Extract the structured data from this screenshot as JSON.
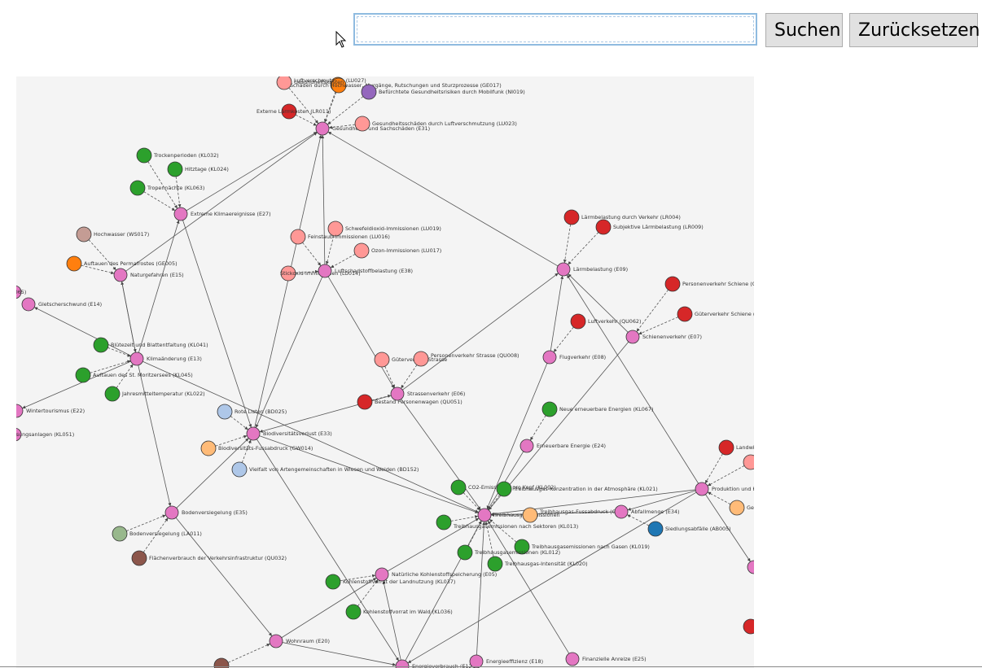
{
  "search": {
    "value": "",
    "placeholder": ""
  },
  "buttons": {
    "search_label": "Suchen",
    "reset_label": "Zurücksetzen"
  },
  "colors": {
    "panel_bg": "#f4f4f4",
    "edge": "#555555",
    "pink": "#e377c2",
    "lightred": "#ff9896",
    "red": "#d62728",
    "green": "#2ca02c",
    "orange": "#ff7f0e",
    "lightorange": "#ffbb78",
    "purple": "#9467bd",
    "lightblue": "#aec7e8",
    "blue": "#1f77b4",
    "brown": "#8c564b",
    "rosybrown": "#c49c94",
    "sage": "#98b88c"
  },
  "graph": {
    "nodes": [
      {
        "id": "E31",
        "label": "Gesundheits- und Sachschäden (E31)",
        "color": "pink"
      },
      {
        "id": "LU027",
        "label": "Luftverschmutzung (LU027)",
        "color": "orange"
      },
      {
        "id": "GE017",
        "label": "Schäden durch Hochwasser, Murgänge, Rutschungen und Sturzprozesse (GE017)",
        "color": "orange"
      },
      {
        "id": "NI019",
        "label": "Befürchtete Gesundheitsrisiken durch Mobilfunk (NI019)",
        "color": "purple"
      },
      {
        "id": "GESK",
        "label": "Gesundheitskosten",
        "color": "lightred"
      },
      {
        "id": "LR011",
        "label": "Externe Lärmkosten (LR011)",
        "color": "red"
      },
      {
        "id": "LU023",
        "label": "Gesundheitsschäden durch Luftverschmutzung (LU023)",
        "color": "lightred"
      },
      {
        "id": "KL032",
        "label": "Trockenperioden (KL032)",
        "color": "green"
      },
      {
        "id": "KL024",
        "label": "Hitztage (KL024)",
        "color": "green"
      },
      {
        "id": "KL063",
        "label": "Tropennächte (KL063)",
        "color": "green"
      },
      {
        "id": "E27",
        "label": "Extreme Klimaereignisse (E27)",
        "color": "pink"
      },
      {
        "id": "WS017",
        "label": "Hochwasser (WS017)",
        "color": "rosybrown"
      },
      {
        "id": "GE005",
        "label": "Auftauen des Permafrostes (GE005)",
        "color": "orange"
      },
      {
        "id": "E15",
        "label": "Naturgefahren (E15)",
        "color": "pink"
      },
      {
        "id": "KL065",
        "label": "wund (KL065)",
        "color": "pink"
      },
      {
        "id": "E14",
        "label": "Gletscherschwund (E14)",
        "color": "pink"
      },
      {
        "id": "KL041",
        "label": "Blütezeit und Blattentfaltung (KL041)",
        "color": "green"
      },
      {
        "id": "E13",
        "label": "Klimaänderung (E13)",
        "color": "pink"
      },
      {
        "id": "KL045",
        "label": "Auftauen des St. Moritzersees (KL045)",
        "color": "green"
      },
      {
        "id": "KL022",
        "label": "Jahresmitteltemperatur (KL022)",
        "color": "green"
      },
      {
        "id": "E22",
        "label": "Wintertourismus (E22)",
        "color": "pink"
      },
      {
        "id": "KL051",
        "label": "eisungsanlagen (KL051)",
        "color": "pink"
      },
      {
        "id": "LU019",
        "label": "Schwefeldioxid-Immissionen (LU019)",
        "color": "lightred"
      },
      {
        "id": "LU016",
        "label": "Feinstaub-Immissionen (LU016)",
        "color": "lightred"
      },
      {
        "id": "LU017",
        "label": "Ozon-Immissionen (LU017)",
        "color": "lightred"
      },
      {
        "id": "LU014",
        "label": "Stickoxid-Immissionen (LU014)",
        "color": "lightred"
      },
      {
        "id": "E38",
        "label": "Luftschadstoffbelastung (E38)",
        "color": "pink"
      },
      {
        "id": "LR004",
        "label": "Lärmbelastung durch Verkehr (LR004)",
        "color": "red"
      },
      {
        "id": "LR009",
        "label": "Subjektive Lärmbelastung (LR009)",
        "color": "red"
      },
      {
        "id": "E09",
        "label": "Lärmbelastung (E09)",
        "color": "pink"
      },
      {
        "id": "QU_PS",
        "label": "Personenverkehr Schiene (QU",
        "color": "red"
      },
      {
        "id": "QU_GS",
        "label": "Güterverkehr Schiene (QU",
        "color": "red"
      },
      {
        "id": "QU062",
        "label": "Luftverkehr (QU062)",
        "color": "red"
      },
      {
        "id": "E07",
        "label": "Schienenverkehr (E07)",
        "color": "pink"
      },
      {
        "id": "E08",
        "label": "Flugverkehr (E08)",
        "color": "pink"
      },
      {
        "id": "QU_GV",
        "label": "Güterverkehr Strasse",
        "color": "lightred"
      },
      {
        "id": "QU008",
        "label": "Personenverkehr Strasse (QU008)",
        "color": "lightred"
      },
      {
        "id": "E06",
        "label": "Strassenverkehr (E06)",
        "color": "pink"
      },
      {
        "id": "QU051",
        "label": "Bestand Personenwagen (QU051)",
        "color": "red"
      },
      {
        "id": "BD025",
        "label": "Rote Listen (BD025)",
        "color": "lightblue"
      },
      {
        "id": "E33",
        "label": "Biodiversitätsverlust (E33)",
        "color": "pink"
      },
      {
        "id": "GW014",
        "label": "Biodiversitäts-Fussabdruck (GW014)",
        "color": "lightorange"
      },
      {
        "id": "BD152",
        "label": "Vielfalt von Artengemeinschaften in Wiesen und Weiden (BD152)",
        "color": "lightblue"
      },
      {
        "id": "KL067",
        "label": "Neue erneuerbare Energien (KL067)",
        "color": "green"
      },
      {
        "id": "E24",
        "label": "Erneuerbare Energie (E24)",
        "color": "pink"
      },
      {
        "id": "KL002",
        "label": "CO2-Emissionen pro Kopf (KL002)",
        "color": "green"
      },
      {
        "id": "KL021",
        "label": "Treibhausgas-Konzentration in der Atmosphäre (KL021)",
        "color": "green"
      },
      {
        "id": "TE_MID",
        "label": "Treibhausgas-Emissionen",
        "color": "pink"
      },
      {
        "id": "GWF",
        "label": "Treibhausgas-Fussabdruck (GW",
        "color": "lightorange"
      },
      {
        "id": "KL013",
        "label": "Treibhausgasemissionen nach Sektoren (KL013)",
        "color": "green"
      },
      {
        "id": "KL019",
        "label": "Treibhausgasemissionen nach Gasen (KL019)",
        "color": "green"
      },
      {
        "id": "KL012",
        "label": "Treibhausgasemissionen (KL012)",
        "color": "green"
      },
      {
        "id": "KL020",
        "label": "Treibhausgas-Intensität (KL020)",
        "color": "green"
      },
      {
        "id": "E34",
        "label": "Abfallmenge (E34)",
        "color": "pink"
      },
      {
        "id": "AB005",
        "label": "Siedlungsabfälle (AB005)",
        "color": "blue"
      },
      {
        "id": "LANDW",
        "label": "Landwi",
        "color": "red"
      },
      {
        "id": "PROD",
        "label": "Produktion und K",
        "color": "pink"
      },
      {
        "id": "GE_R",
        "label": "Ge",
        "color": "lightorange"
      },
      {
        "id": "E35",
        "label": "Bodenversiegelung (E35)",
        "color": "pink"
      },
      {
        "id": "LA011",
        "label": "Bodenversiegelung (LA011)",
        "color": "sage"
      },
      {
        "id": "QU032",
        "label": "Flächenverbrauch der Verkehrsinfrastruktur (QU032)",
        "color": "brown"
      },
      {
        "id": "E05",
        "label": "Natürliche Kohlenstoffspeicherung (E05)",
        "color": "pink"
      },
      {
        "id": "KL037",
        "label": "Kohlenstoffvorrat der Landnutzung (KL037)",
        "color": "green"
      },
      {
        "id": "KL036",
        "label": "Kohlenstoffvorrat im Wald (KL036)",
        "color": "green"
      },
      {
        "id": "E20",
        "label": "Wohnraum (E20)",
        "color": "pink"
      },
      {
        "id": "WFL",
        "label": "",
        "color": "brown"
      },
      {
        "id": "E12",
        "label": "Energieverbrauch (E12)",
        "color": "pink"
      },
      {
        "id": "E18",
        "label": "Energieeffizienz (E18)",
        "color": "pink"
      },
      {
        "id": "E25",
        "label": "Finanzielle Anreize (E25)",
        "color": "pink"
      },
      {
        "id": "RP1",
        "label": "",
        "color": "lightred"
      },
      {
        "id": "RP2",
        "label": "",
        "color": "pink"
      },
      {
        "id": "RP3",
        "label": "",
        "color": "red"
      }
    ],
    "edges": [
      [
        "GESK",
        "E31",
        "d"
      ],
      [
        "LU027",
        "E31",
        "d"
      ],
      [
        "GE017",
        "E31",
        "d"
      ],
      [
        "NI019",
        "E31",
        "d"
      ],
      [
        "LR011",
        "E31",
        "d"
      ],
      [
        "LU023",
        "E31",
        "d"
      ],
      [
        "E27",
        "E31",
        "s"
      ],
      [
        "E15",
        "E31",
        "s"
      ],
      [
        "E38",
        "E31",
        "s"
      ],
      [
        "E09",
        "E31",
        "s"
      ],
      [
        "E33",
        "E31",
        "s"
      ],
      [
        "KL032",
        "E27",
        "d"
      ],
      [
        "KL024",
        "E27",
        "d"
      ],
      [
        "KL063",
        "E27",
        "d"
      ],
      [
        "E13",
        "E27",
        "s"
      ],
      [
        "E27",
        "E33",
        "s"
      ],
      [
        "WS017",
        "E15",
        "d"
      ],
      [
        "GE005",
        "E15",
        "d"
      ],
      [
        "E13",
        "E15",
        "s"
      ],
      [
        "E15",
        "E13",
        "s"
      ],
      [
        "E13",
        "E14",
        "s"
      ],
      [
        "KL041",
        "E13",
        "d"
      ],
      [
        "KL045",
        "E13",
        "d"
      ],
      [
        "KL022",
        "E13",
        "d"
      ],
      [
        "E13",
        "E22",
        "s"
      ],
      [
        "E13",
        "E35",
        "s"
      ],
      [
        "E13",
        "TE_MID",
        "s"
      ],
      [
        "LU019",
        "E38",
        "d"
      ],
      [
        "LU016",
        "E38",
        "d"
      ],
      [
        "LU017",
        "E38",
        "d"
      ],
      [
        "LU014",
        "E38",
        "d"
      ],
      [
        "E38",
        "E33",
        "s"
      ],
      [
        "E38",
        "E06",
        "s"
      ],
      [
        "LR004",
        "E09",
        "d"
      ],
      [
        "LR009",
        "E09",
        "d"
      ],
      [
        "E07",
        "E09",
        "s"
      ],
      [
        "E08",
        "E09",
        "s"
      ],
      [
        "E06",
        "E09",
        "s"
      ],
      [
        "PROD",
        "E09",
        "s"
      ],
      [
        "QU_PS",
        "E07",
        "d"
      ],
      [
        "QU_GS",
        "E07",
        "d"
      ],
      [
        "E07",
        "TE_MID",
        "s"
      ],
      [
        "QU062",
        "E08",
        "d"
      ],
      [
        "E08",
        "TE_MID",
        "s"
      ],
      [
        "QU_GV",
        "E06",
        "d"
      ],
      [
        "QU008",
        "E06",
        "d"
      ],
      [
        "QU051",
        "E06",
        "d"
      ],
      [
        "E06",
        "E33",
        "s"
      ],
      [
        "E06",
        "TE_MID",
        "s"
      ],
      [
        "BD025",
        "E33",
        "d"
      ],
      [
        "GW014",
        "E33",
        "d"
      ],
      [
        "BD152",
        "E33",
        "d"
      ],
      [
        "E33",
        "TE_MID",
        "s"
      ],
      [
        "E35",
        "E33",
        "s"
      ],
      [
        "KL067",
        "E24",
        "d"
      ],
      [
        "E24",
        "TE_MID",
        "s"
      ],
      [
        "KL002",
        "TE_MID",
        "d"
      ],
      [
        "KL021",
        "TE_MID",
        "d"
      ],
      [
        "GWF",
        "TE_MID",
        "d"
      ],
      [
        "KL013",
        "TE_MID",
        "d"
      ],
      [
        "KL019",
        "TE_MID",
        "d"
      ],
      [
        "KL012",
        "TE_MID",
        "d"
      ],
      [
        "KL020",
        "TE_MID",
        "d"
      ],
      [
        "E34",
        "TE_MID",
        "s"
      ],
      [
        "AB005",
        "E34",
        "d"
      ],
      [
        "PROD",
        "E34",
        "s"
      ],
      [
        "PROD",
        "TE_MID",
        "s"
      ],
      [
        "LANDW",
        "PROD",
        "d"
      ],
      [
        "GE_R",
        "PROD",
        "d"
      ],
      [
        "RP1",
        "PROD",
        "d"
      ],
      [
        "PROD",
        "E12",
        "s"
      ],
      [
        "PROD",
        "RP2",
        "s"
      ],
      [
        "LA011",
        "E35",
        "d"
      ],
      [
        "QU032",
        "E35",
        "d"
      ],
      [
        "E35",
        "E20",
        "s"
      ],
      [
        "KL037",
        "E05",
        "d"
      ],
      [
        "KL036",
        "E05",
        "d"
      ],
      [
        "E05",
        "TE_MID",
        "s"
      ],
      [
        "E20",
        "E05",
        "s"
      ],
      [
        "WFL",
        "E20",
        "d"
      ],
      [
        "E20",
        "E12",
        "s"
      ],
      [
        "E33",
        "E12",
        "s"
      ],
      [
        "E12",
        "TE_MID",
        "s"
      ],
      [
        "E18",
        "TE_MID",
        "s"
      ],
      [
        "E25",
        "TE_MID",
        "s"
      ],
      [
        "E12",
        "E05",
        "s"
      ]
    ]
  }
}
